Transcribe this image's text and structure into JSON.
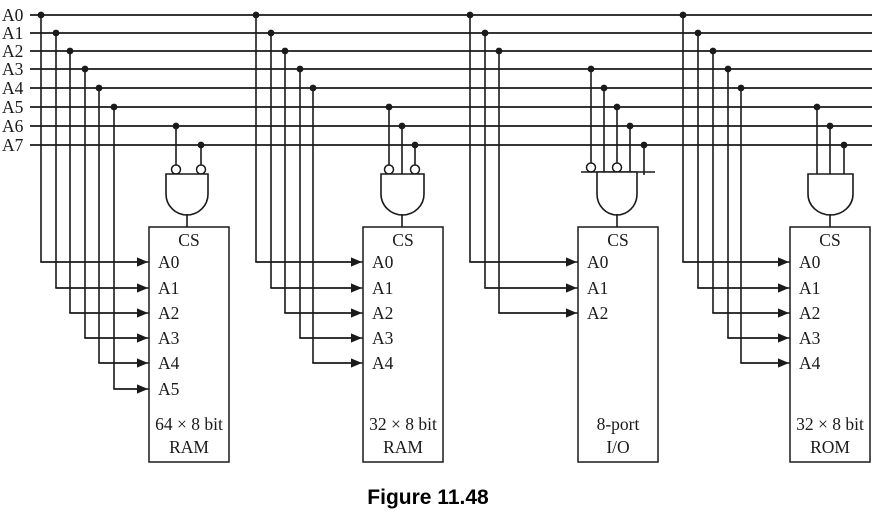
{
  "diagram": {
    "background": "#ffffff",
    "ink_color": "#1a1a1a",
    "address_lines": [
      "A0",
      "A1",
      "A2",
      "A3",
      "A4",
      "A5",
      "A6",
      "A7"
    ],
    "chips": [
      {
        "id": "ram-64x8",
        "cs_label": "CS",
        "pins": [
          "A0",
          "A1",
          "A2",
          "A3",
          "A4",
          "A5"
        ],
        "label_lines": [
          "64 × 8 bit",
          "RAM"
        ],
        "cs_gate": {
          "type": "AND",
          "inputs": [
            {
              "line": "A6",
              "inverted": true
            },
            {
              "line": "A7",
              "inverted": true
            }
          ]
        }
      },
      {
        "id": "ram-32x8",
        "cs_label": "CS",
        "pins": [
          "A0",
          "A1",
          "A2",
          "A3",
          "A4"
        ],
        "label_lines": [
          "32 × 8 bit",
          "RAM"
        ],
        "cs_gate": {
          "type": "AND",
          "inputs": [
            {
              "line": "A5",
              "inverted": true
            },
            {
              "line": "A6",
              "inverted": false
            },
            {
              "line": "A7",
              "inverted": true
            }
          ]
        }
      },
      {
        "id": "io-8port",
        "cs_label": "CS",
        "pins": [
          "A0",
          "A1",
          "A2"
        ],
        "label_lines": [
          "8-port",
          "I/O"
        ],
        "cs_gate": {
          "type": "AND",
          "inputs": [
            {
              "line": "A3",
              "inverted": true
            },
            {
              "line": "A4",
              "inverted": false
            },
            {
              "line": "A5",
              "inverted": true
            },
            {
              "line": "A6",
              "inverted": false
            },
            {
              "line": "A7",
              "inverted": false
            }
          ]
        }
      },
      {
        "id": "rom-32x8",
        "cs_label": "CS",
        "pins": [
          "A0",
          "A1",
          "A2",
          "A3",
          "A4"
        ],
        "label_lines": [
          "32 × 8 bit",
          "ROM"
        ],
        "cs_gate": {
          "type": "AND",
          "inputs": [
            {
              "line": "A5",
              "inverted": false
            },
            {
              "line": "A6",
              "inverted": false
            },
            {
              "line": "A7",
              "inverted": false
            }
          ]
        }
      }
    ],
    "caption": "Figure 11.48"
  }
}
